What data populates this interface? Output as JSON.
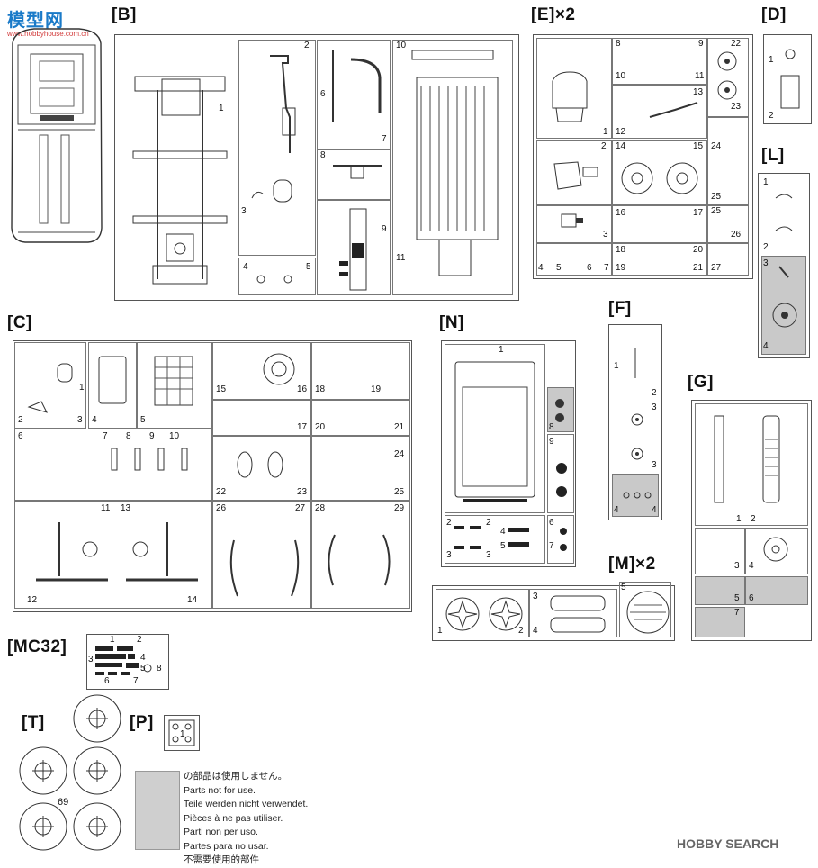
{
  "watermark_top": {
    "logo_text": "模型网",
    "url": "www.hobbyhouse.com.cn"
  },
  "groups": {
    "B": "[B]",
    "E": "[E]×2",
    "D": "[D]",
    "L": "[L]",
    "C": "[C]",
    "N": "[N]",
    "F": "[F]",
    "G": "[G]",
    "M": "[M]×2",
    "MC32": "[MC32]",
    "T": "[T]",
    "P": "[P]"
  },
  "numbers": {
    "B": [
      "1",
      "2",
      "3",
      "4",
      "5",
      "6",
      "7",
      "8",
      "9",
      "10",
      "11"
    ],
    "E": [
      "1",
      "2",
      "3",
      "4",
      "5",
      "6",
      "7",
      "8",
      "9",
      "10",
      "11",
      "12",
      "13",
      "14",
      "15",
      "16",
      "17",
      "18",
      "19",
      "20",
      "21",
      "22",
      "23",
      "24",
      "25",
      "25",
      "26",
      "27"
    ],
    "D": [
      "1",
      "2"
    ],
    "L": [
      "1",
      "2",
      "3",
      "4"
    ],
    "C": [
      "1",
      "2",
      "3",
      "4",
      "5",
      "6",
      "7",
      "8",
      "9",
      "10",
      "11",
      "12",
      "13",
      "14",
      "15",
      "16",
      "17",
      "18",
      "19",
      "20",
      "21",
      "22",
      "23",
      "24",
      "25",
      "26",
      "27",
      "28",
      "29"
    ],
    "N": [
      "1",
      "2",
      "2",
      "3",
      "3",
      "4",
      "5",
      "6",
      "7",
      "8",
      "9"
    ],
    "F": [
      "1",
      "2",
      "3",
      "3",
      "4",
      "4"
    ],
    "G": [
      "1",
      "2",
      "3",
      "4",
      "5",
      "6",
      "7"
    ],
    "M": [
      "1",
      "2",
      "3",
      "4",
      "5"
    ],
    "MC32": [
      "1",
      "2",
      "3",
      "4",
      "5",
      "6",
      "7",
      "8"
    ],
    "T": [
      "69"
    ],
    "P": [
      "1"
    ]
  },
  "legend": {
    "lines": [
      "の部品は使用しません。",
      "Parts not for use.",
      "Teile werden nicht verwendet.",
      "Pièces à ne pas utiliser.",
      "Parti non per uso.",
      "Partes para no usar.",
      "不需要使用的部件"
    ]
  },
  "watermark_bottom": {
    "logo_text": "HOBBY SEARCH"
  }
}
